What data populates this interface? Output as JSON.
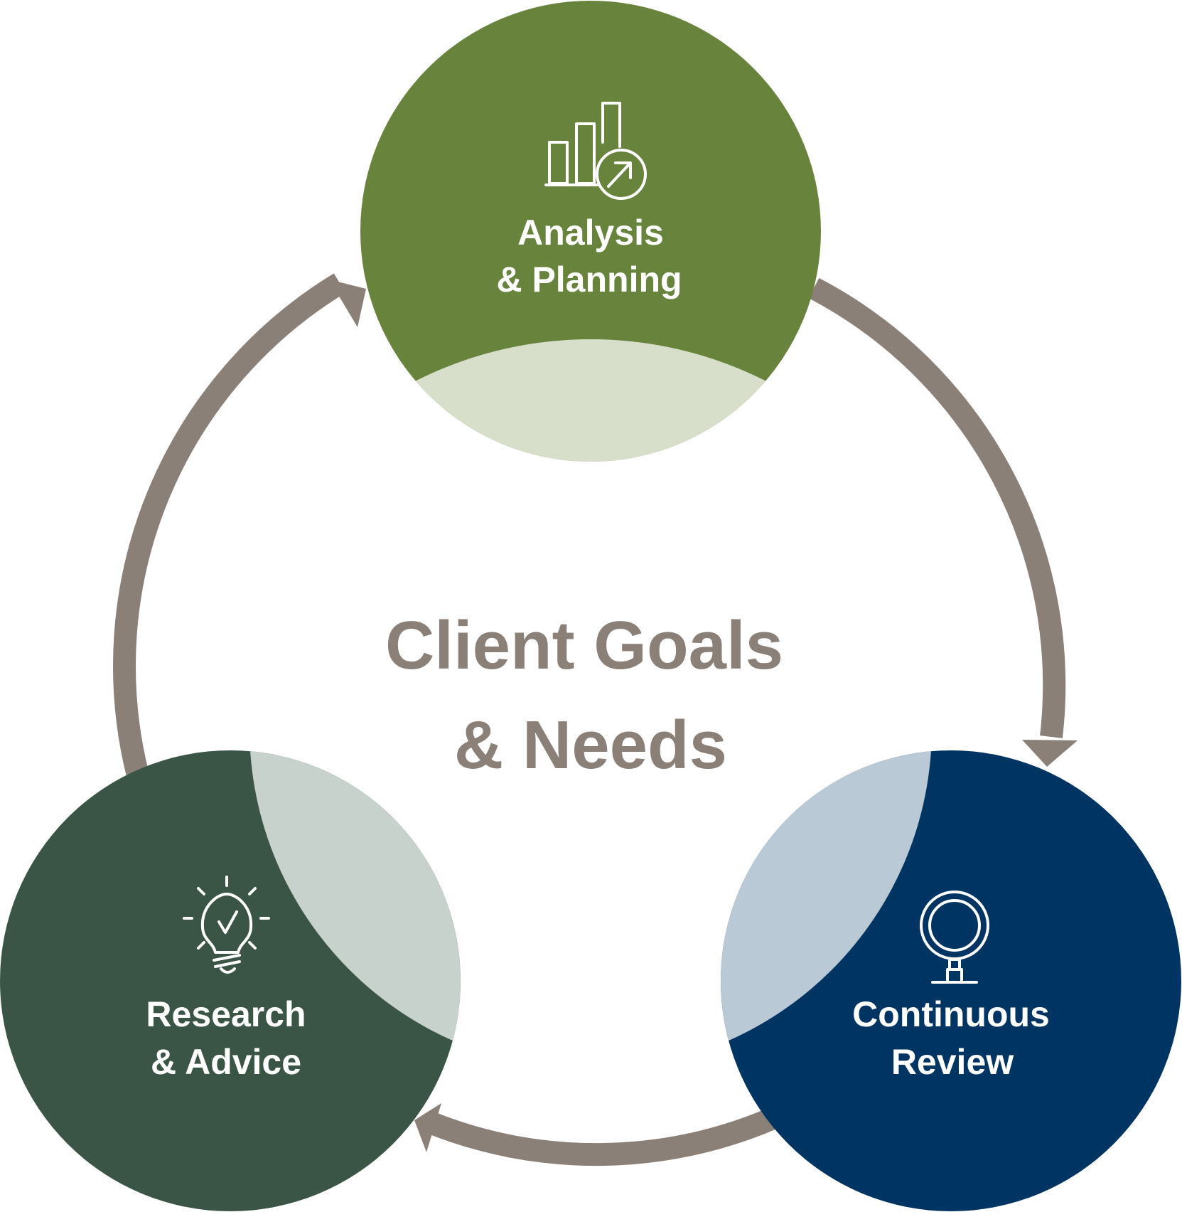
{
  "center": {
    "line1": "Client Goals",
    "line2": "& Needs"
  },
  "nodes": {
    "analysis": {
      "line1": "Analysis",
      "line2": "& Planning",
      "icon": "bar-chart-growth-icon"
    },
    "review": {
      "line1": "Continuous",
      "line2": "Review",
      "icon": "magnifying-glass-icon"
    },
    "research": {
      "line1": "Research",
      "line2": "& Advice",
      "icon": "lightbulb-check-icon"
    }
  },
  "colors": {
    "analysis": "#68833c",
    "analysis_light": "#d7dfcb",
    "review": "#003462",
    "review_light": "#bac9d6",
    "research": "#3a5545",
    "research_light": "#c8d2cd",
    "arrow": "#8b8078",
    "center_text": "#8b8078"
  }
}
